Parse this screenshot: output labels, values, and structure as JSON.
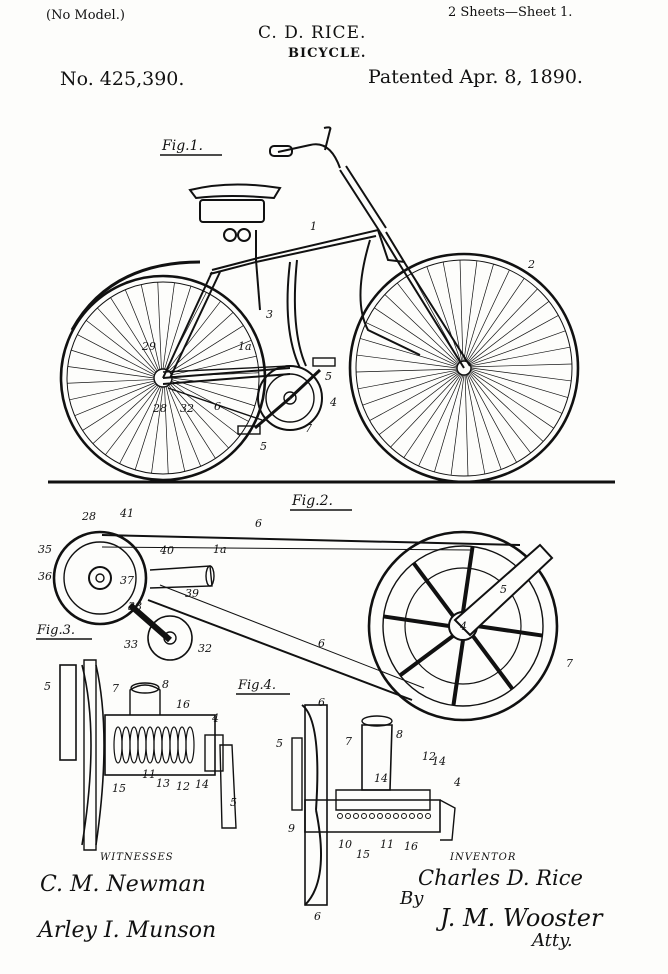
{
  "header": {
    "model_note": "(No Model.)",
    "sheet": "2 Sheets—Sheet 1.",
    "inventor": "C. D. RICE.",
    "title": "BICYCLE.",
    "patent_number": "No. 425,390.",
    "patent_date": "Patented Apr. 8, 1890."
  },
  "figures": {
    "fig1": "Fig.1.",
    "fig2": "Fig.2.",
    "fig3": "Fig.3.",
    "fig4": "Fig.4."
  },
  "reference_numerals": {
    "fig1": [
      "1",
      "2",
      "3",
      "1a",
      "29",
      "28",
      "32",
      "6",
      "5",
      "4",
      "7",
      "5"
    ],
    "fig2": [
      "28",
      "41",
      "6",
      "35",
      "40",
      "1a",
      "36",
      "37",
      "38",
      "39",
      "33",
      "32",
      "6",
      "4",
      "5",
      "7"
    ],
    "fig3": [
      "5",
      "7",
      "8",
      "16",
      "4",
      "15",
      "11",
      "13",
      "12",
      "14",
      "5"
    ],
    "fig4": [
      "6",
      "8",
      "5",
      "7",
      "12",
      "14",
      "14",
      "4",
      "9",
      "10",
      "15",
      "11",
      "16",
      "6"
    ]
  },
  "footer": {
    "witnesses_label": "WITNESSES",
    "inventor_label": "INVENTOR",
    "witness_1": "C. M. Newman",
    "witness_2": "Arley I. Munson",
    "inventor_signature": "Charles D. Rice",
    "attorney_by": "By",
    "attorney": "J. M. Wooster",
    "attorney_title": "Atty."
  }
}
